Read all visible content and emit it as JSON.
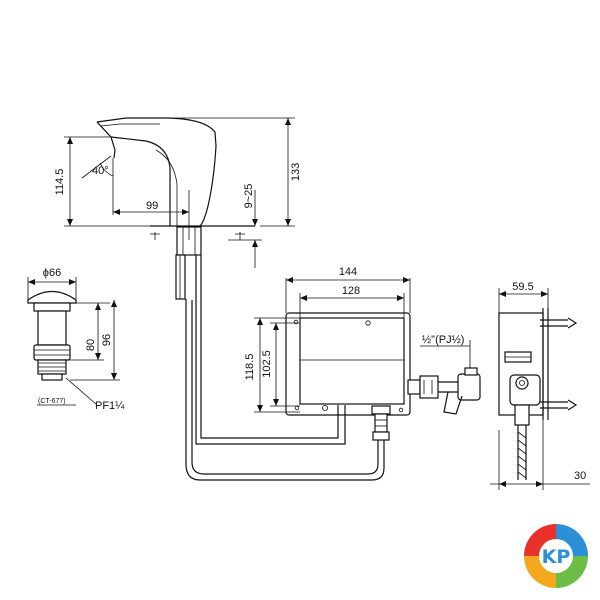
{
  "dims": {
    "faucet_height": "133",
    "spout_height": "114.5",
    "spout_reach": "99",
    "spout_angle": "40°",
    "deck_thickness": "9~25",
    "box_outer_width": "144",
    "box_inner_width": "128",
    "box_outer_height": "118.5",
    "box_inner_height": "102.5",
    "side_depth": "59.5",
    "side_offset": "30",
    "drain_dia": "ϕ66",
    "drain_h1": "80",
    "drain_h2": "96",
    "drain_code": "(CT-677)",
    "drain_thread": "PF1¼",
    "valve_thread": "½\"(PJ½)"
  },
  "logo": {
    "text": "KP",
    "colors": [
      "#e8312b",
      "#f4a81d",
      "#2d8fd5",
      "#6bbd45"
    ]
  }
}
